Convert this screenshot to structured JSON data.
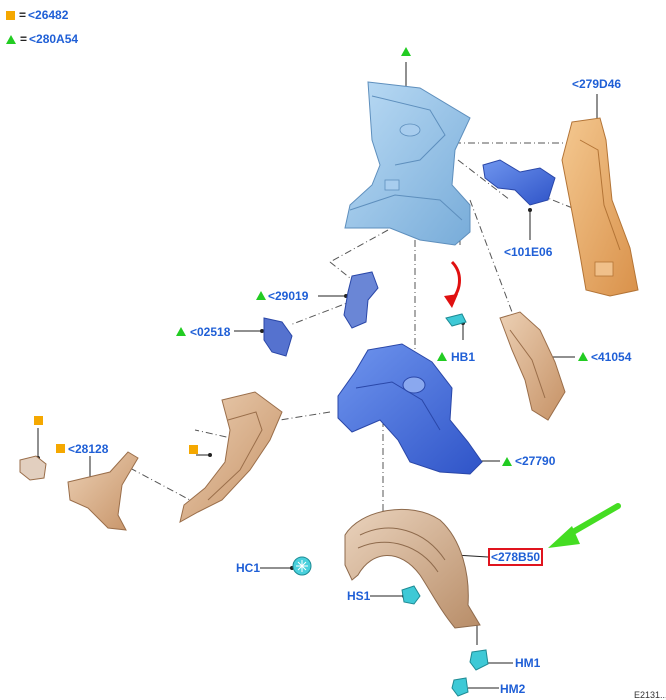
{
  "legend": [
    {
      "marker": "square",
      "equals": "=",
      "code": "<26482"
    },
    {
      "marker": "triangle",
      "equals": "=",
      "code": "<280A54"
    }
  ],
  "parts": {
    "p279D46": "<279D46",
    "p101E06": "<101E06",
    "p29019": "<29019",
    "p02518": "<02518",
    "pHB1": "HB1",
    "p41054": "<41054",
    "p28128": "<28128",
    "p27790": "<27790",
    "p278B50": "<278B50",
    "pHC1": "HC1",
    "pHS1": "HS1",
    "pHM1": "HM1",
    "pHM2": "HM2"
  },
  "colors": {
    "label_blue": "#1f5fd6",
    "square_marker": "#f5a800",
    "triangle_marker": "#22cc22",
    "highlight_box": "#e0141e",
    "pointer_arrow": "#44dd22",
    "red_arrow": "#e01010",
    "light_blue_part": "#8fc0e8",
    "dark_blue_part": "#3f68d8",
    "tan_part": "#d4a57c",
    "orange_part": "#e6a45c",
    "fastener_cyan": "#3ec9d6"
  },
  "corner_text": "E2131..."
}
